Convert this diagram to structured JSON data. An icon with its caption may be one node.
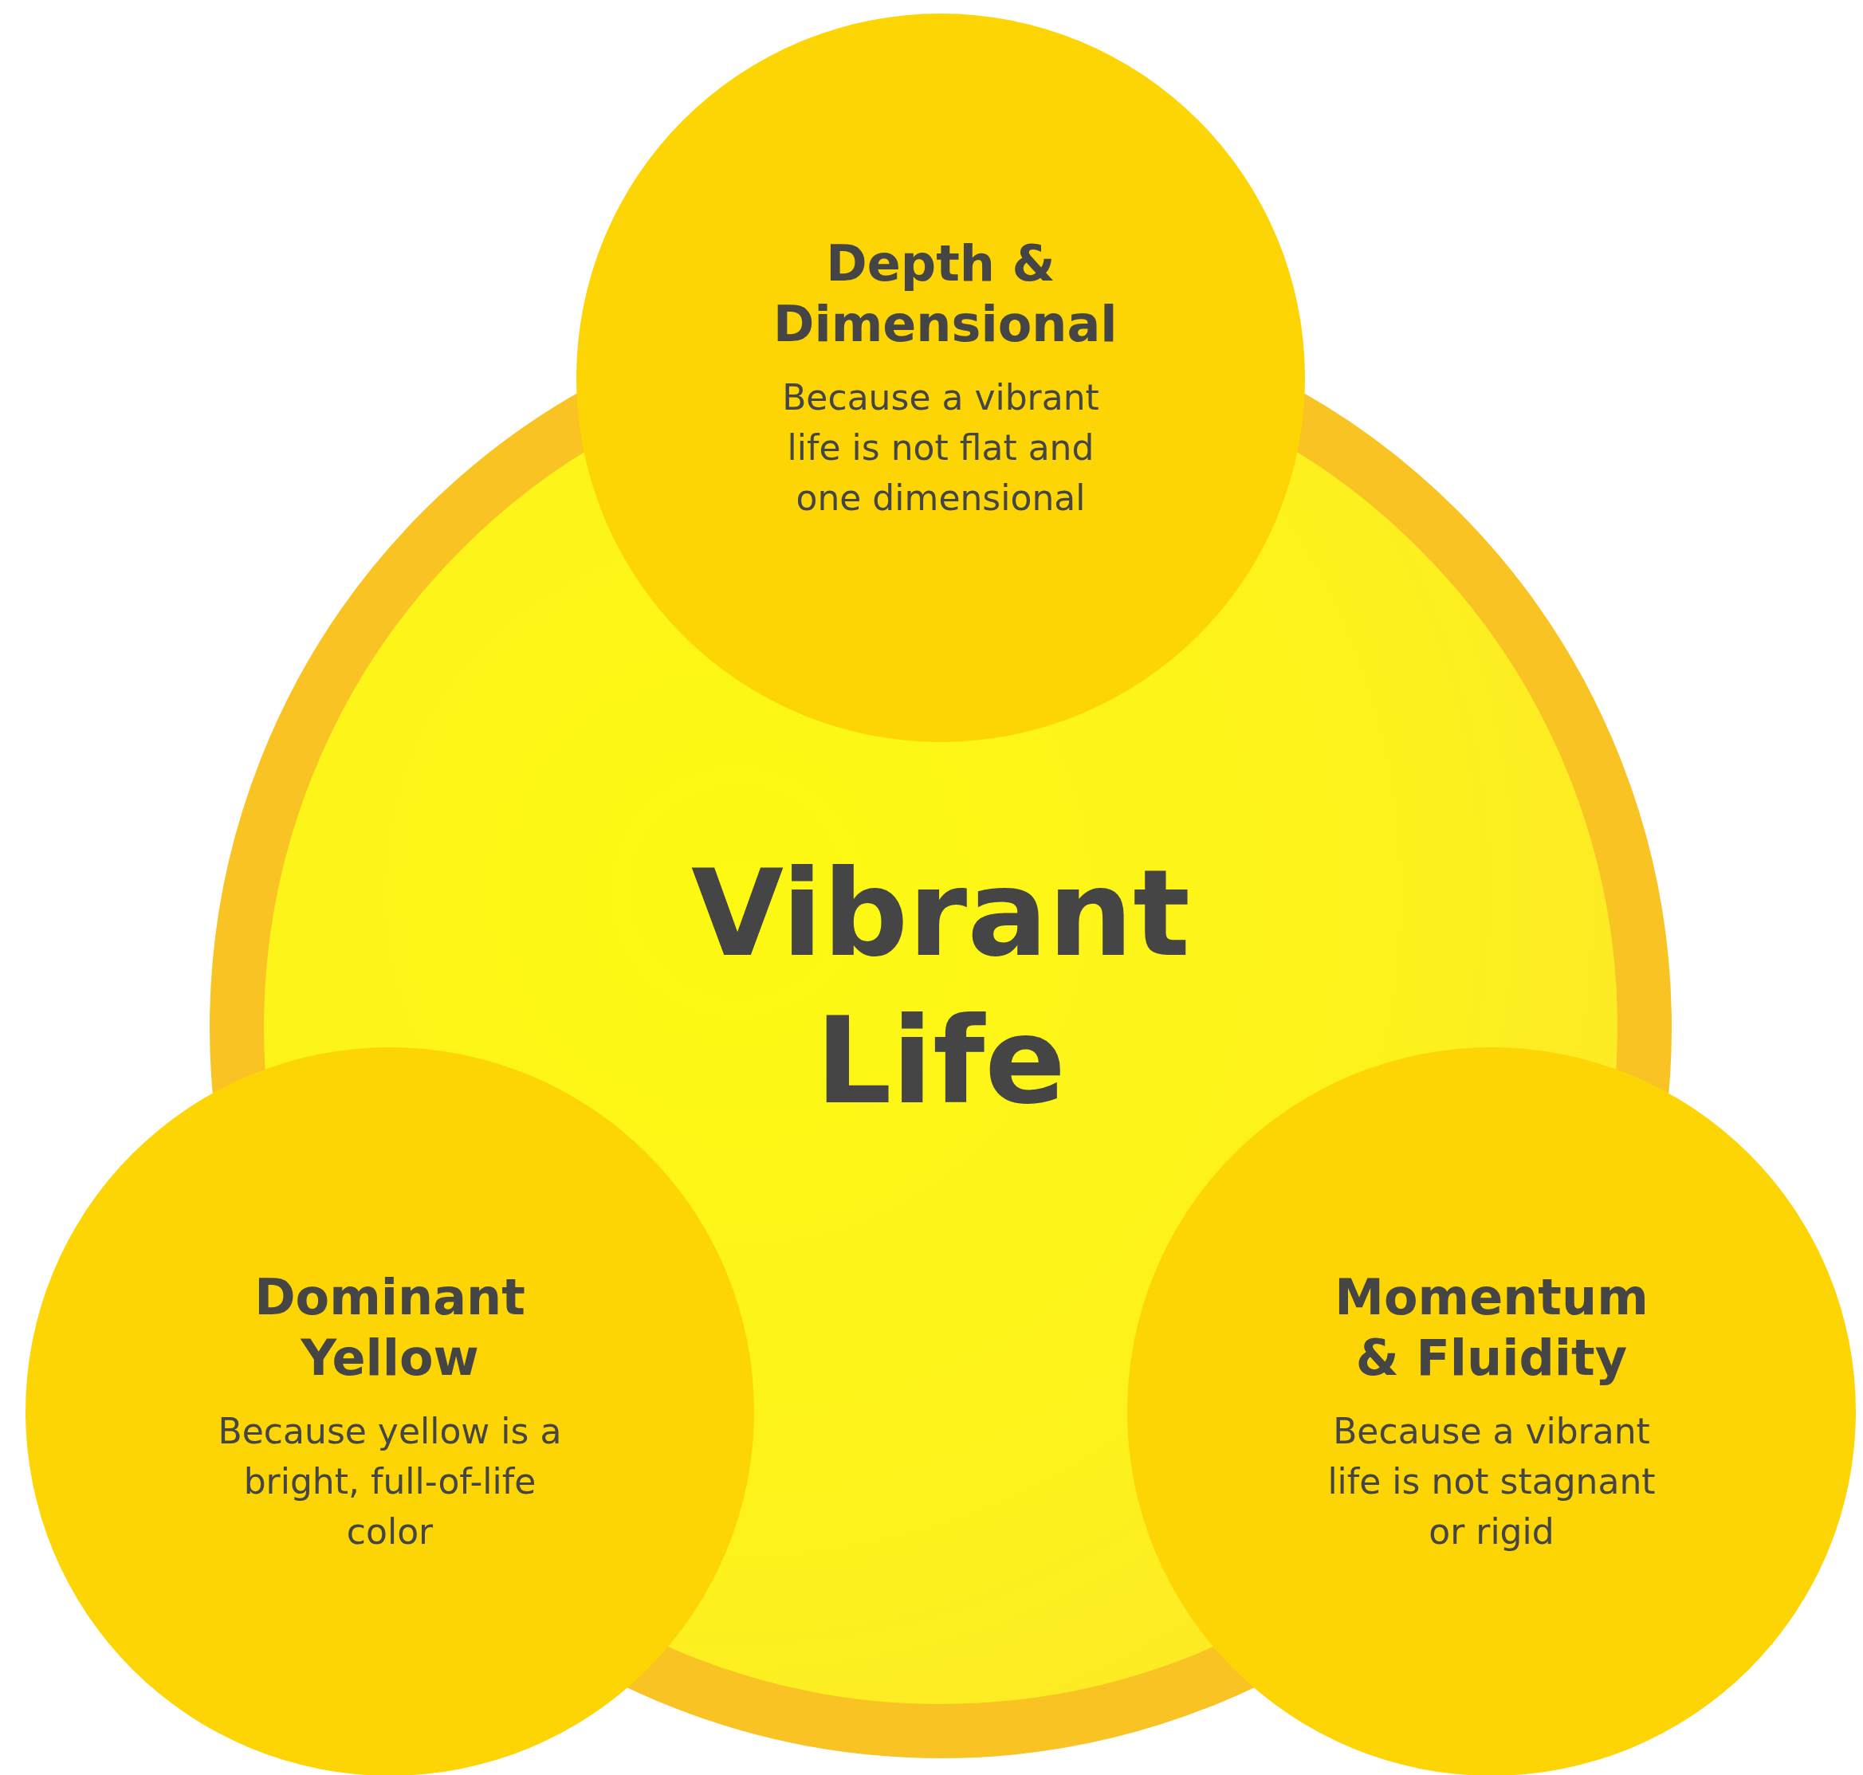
{
  "diagram": {
    "nodes": [
      {
        "text": [
          "Vibrant Life"
        ]
      },
      {
        "text": [
          "Depth & Dimensional",
          "Because a vibrant life is not flat and one dimensional"
        ]
      },
      {
        "text": [
          "Dominant Yellow",
          "Because yellow is a bright, full-of-life color"
        ]
      },
      {
        "text": [
          "Momentum & Fluidity",
          "Because a vibrant life is not stagnant or rigid"
        ]
      }
    ]
  }
}
